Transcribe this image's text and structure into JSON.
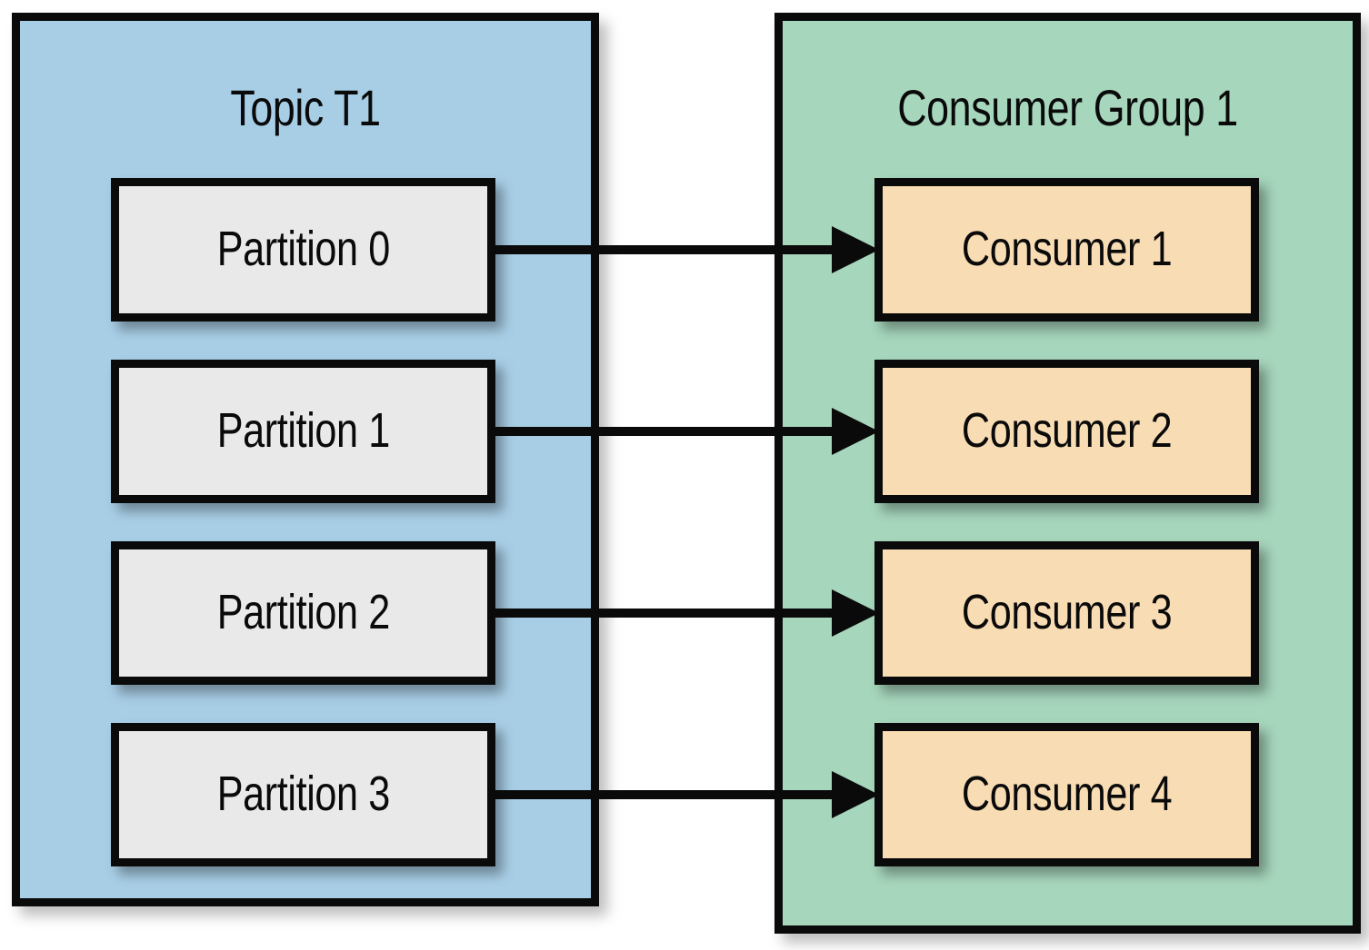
{
  "diagram": {
    "title": "Kafka topic partitions mapped one-to-one to consumers in a consumer group",
    "type": "flow-mapping",
    "colors": {
      "topic_panel_fill": "#a8cee6",
      "group_panel_fill": "#a6d6bc",
      "partition_box_fill": "#e9e9e9",
      "consumer_box_fill": "#f8dcb4",
      "stroke": "#0a0a0a",
      "background": "#ffffff"
    }
  },
  "topic_panel": {
    "title": "Topic T1",
    "partitions": [
      {
        "label": "Partition 0"
      },
      {
        "label": "Partition 1"
      },
      {
        "label": "Partition 2"
      },
      {
        "label": "Partition 3"
      }
    ]
  },
  "group_panel": {
    "title": "Consumer Group 1",
    "consumers": [
      {
        "label": "Consumer 1"
      },
      {
        "label": "Consumer 2"
      },
      {
        "label": "Consumer 3"
      },
      {
        "label": "Consumer 4"
      }
    ]
  },
  "connections": [
    {
      "from": "Partition 0",
      "to": "Consumer 1",
      "direction": "right"
    },
    {
      "from": "Partition 1",
      "to": "Consumer 2",
      "direction": "right"
    },
    {
      "from": "Partition 2",
      "to": "Consumer 3",
      "direction": "right"
    },
    {
      "from": "Partition 3",
      "to": "Consumer 4",
      "direction": "right"
    }
  ]
}
